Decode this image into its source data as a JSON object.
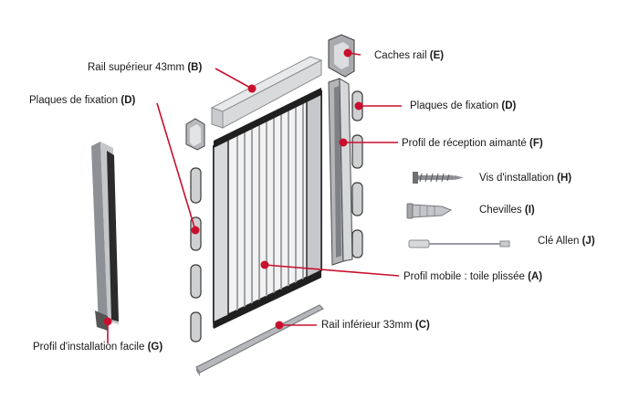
{
  "colors": {
    "accent": "#c8102e",
    "metal": "#b8babd",
    "dark": "#2a2a2a"
  },
  "labels": {
    "rail_sup": {
      "text": "Rail supérieur 43mm",
      "code": "(B)"
    },
    "plaques_left": {
      "text": "Plaques de fixation",
      "code": "(D)"
    },
    "caches_rail": {
      "text": "Caches rail",
      "code": "(E)"
    },
    "plaques_right": {
      "text": "Plaques de fixation",
      "code": "(D)"
    },
    "profil_reception": {
      "text": "Profil de réception aimanté",
      "code": "(F)"
    },
    "vis": {
      "text": "Vis d'installation",
      "code": "(H)"
    },
    "chevilles": {
      "text": "Chevilles",
      "code": "(I)"
    },
    "cle_allen": {
      "text": "Clé Allen",
      "code": "(J)"
    },
    "profil_mobile": {
      "text": "Profil mobile : toile plissée",
      "code": "(A)"
    },
    "rail_inf": {
      "text": "Rail inférieur 33mm",
      "code": "(C)"
    },
    "profil_install": {
      "text": "Profil d'installation facile",
      "code": "(G)"
    }
  },
  "parts": [
    {
      "id": "A",
      "icon": "pleated-screen-icon"
    },
    {
      "id": "B",
      "icon": "top-rail-icon"
    },
    {
      "id": "C",
      "icon": "bottom-rail-icon"
    },
    {
      "id": "D",
      "icon": "fixing-plate-icon"
    },
    {
      "id": "E",
      "icon": "rail-cap-icon"
    },
    {
      "id": "F",
      "icon": "magnetic-profile-icon"
    },
    {
      "id": "G",
      "icon": "installation-profile-icon"
    },
    {
      "id": "H",
      "icon": "screw-icon"
    },
    {
      "id": "I",
      "icon": "wall-plug-icon"
    },
    {
      "id": "J",
      "icon": "allen-key-icon"
    }
  ]
}
